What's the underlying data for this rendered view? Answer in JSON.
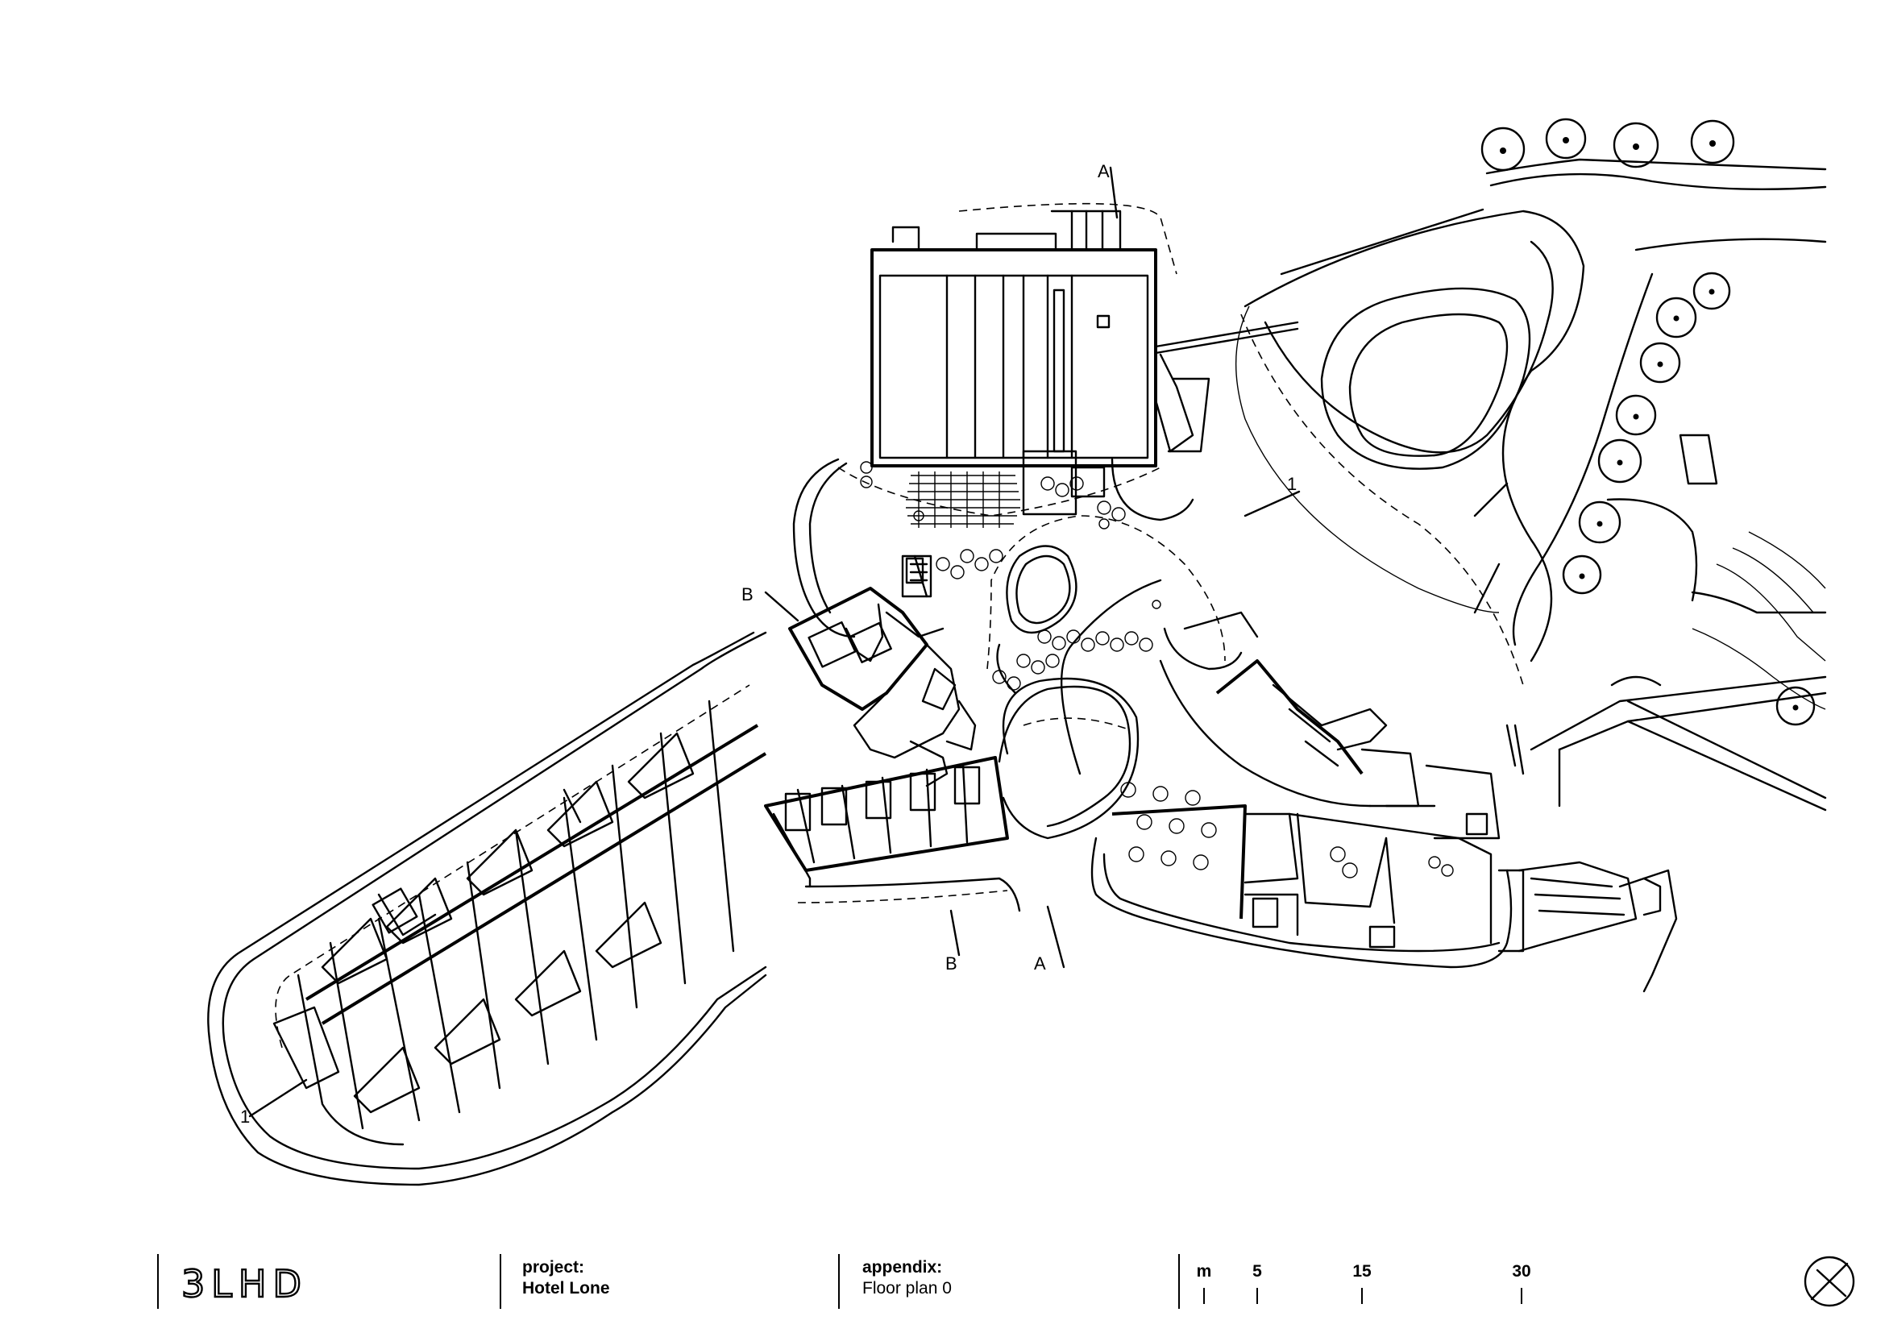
{
  "drawing": {
    "section_markers": [
      "A",
      "A",
      "B",
      "B",
      "1",
      "1"
    ]
  },
  "title_block": {
    "logo_text": "3LHD",
    "project_label": "project:",
    "project_name": "Hotel Lone",
    "appendix_label": "appendix:",
    "appendix_value": "Floor plan 0",
    "scale": {
      "unit": "m",
      "marks": [
        "5",
        "15",
        "30"
      ]
    },
    "north_arrow": "north-arrow-icon"
  }
}
